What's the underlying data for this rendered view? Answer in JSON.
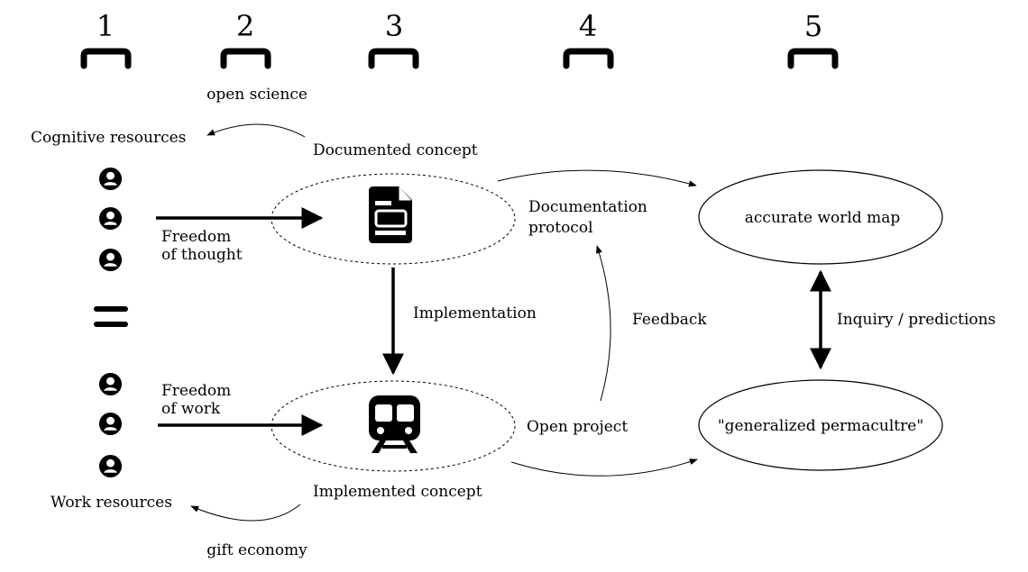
{
  "columns": [
    "1",
    "2",
    "3",
    "4",
    "5"
  ],
  "labels": {
    "open_science": "open science",
    "cognitive_resources": "Cognitive resources",
    "documented_concept": "Documented concept",
    "freedom_of_thought_1": "Freedom",
    "freedom_of_thought_2": "of thought",
    "documentation_protocol_1": "Documentation",
    "documentation_protocol_2": "protocol",
    "accurate_world_map": "accurate world map",
    "implementation": "Implementation",
    "feedback": "Feedback",
    "inquiry_predictions": "Inquiry / predictions",
    "freedom_of_work_1": "Freedom",
    "freedom_of_work_2": "of work",
    "open_project": "Open project",
    "generalized_permaculture": "\"generalized permacultre\"",
    "implemented_concept": "Implemented concept",
    "work_resources": "Work resources",
    "gift_economy": "gift economy"
  },
  "icons": {
    "person": "person-icon",
    "document": "document-icon",
    "train": "train-icon",
    "equals": "equals-sign"
  },
  "colors": {
    "ink": "#000000",
    "background": "#ffffff"
  }
}
